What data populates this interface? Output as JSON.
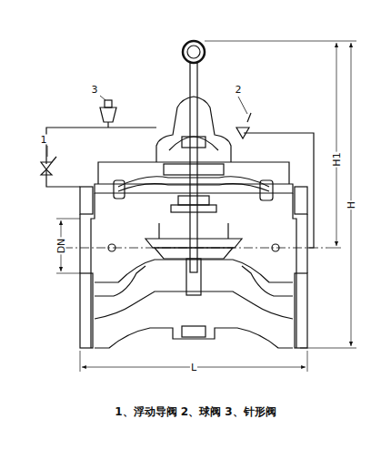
{
  "diagram": {
    "caption": "1、浮动导阀 2、球阀 3、针形阀",
    "labels": [
      "3",
      "2",
      "1",
      "H1",
      "H",
      "DN",
      "L"
    ]
  }
}
